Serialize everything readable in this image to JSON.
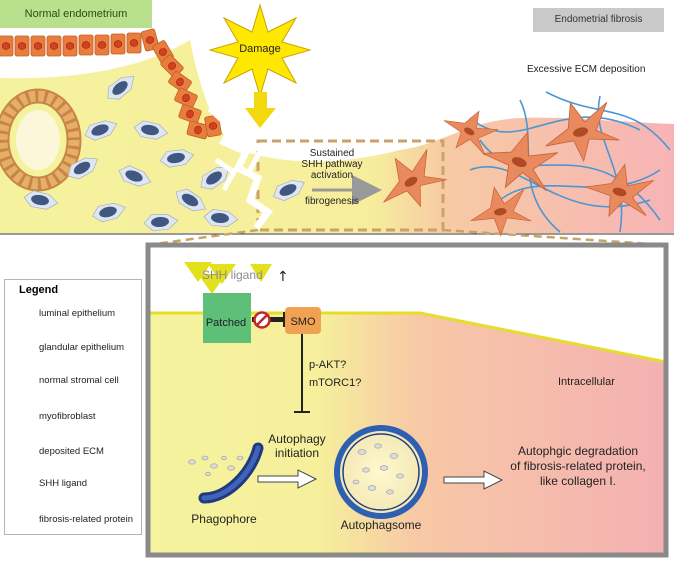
{
  "labels": {
    "normal_endometrium": "Normal endometrium",
    "endometrial_fibrosis": "Endometrial fibrosis",
    "damage": "Damage",
    "excessive_ecm": "Excessive ECM deposition",
    "sustained_line1": "Sustained",
    "sustained_line2": "SHH pathway",
    "sustained_line3": "activation",
    "fibrogenesis": "fibrogenesis"
  },
  "pathway": {
    "shh_ligand": "SHH ligand",
    "up_arrow": "↑",
    "patched": "Patched",
    "smo": "SMO",
    "p_akt": "p-AKT?",
    "mtorc1": "mTORC1?",
    "intracellular": "Intracellular",
    "autophagy_line1": "Autophagy",
    "autophagy_line2": "initiation",
    "phagophore": "Phagophore",
    "autophagosome": "Autophagsome",
    "degradation_line1": "Autophgic degradation",
    "degradation_line2": "of fibrosis-related protein,",
    "degradation_line3": "like collagen I."
  },
  "legend": {
    "title": "Legend",
    "items": [
      {
        "icon": "luminal-epithelium-icon",
        "label": "luminal epithelium"
      },
      {
        "icon": "glandular-epithelium-icon",
        "label": "glandular epithelium"
      },
      {
        "icon": "stromal-cell-icon",
        "label": "normal stromal cell"
      },
      {
        "icon": "myofibroblast-icon",
        "label": "myofibroblast"
      },
      {
        "icon": "ecm-fiber-icon",
        "label": "deposited ECM"
      },
      {
        "icon": "shh-ligand-icon",
        "label": "SHH ligand"
      },
      {
        "icon": "fibrosis-protein-icon",
        "label": "fibrosis-related protein"
      }
    ]
  },
  "colors": {
    "tissue_yellow": "#f4f19a",
    "fibrosis_pink": "#f7b9b9",
    "epithelium_orange": "#e87d3e",
    "cell_nucleus": "#d7401f",
    "stromal_blue": "#40577f",
    "myofibroblast": "#e98a5e",
    "ecm_blue": "#4a97d3",
    "shh_yellow": "#e3e01e",
    "patched_green": "#5dbf78",
    "smo_orange": "#f0a252",
    "damage_yellow": "#ffe800",
    "autophagosome_blue": "#2f5fb3",
    "frame_grey": "#8a8a8a",
    "dashed_tan": "#c9a366"
  }
}
